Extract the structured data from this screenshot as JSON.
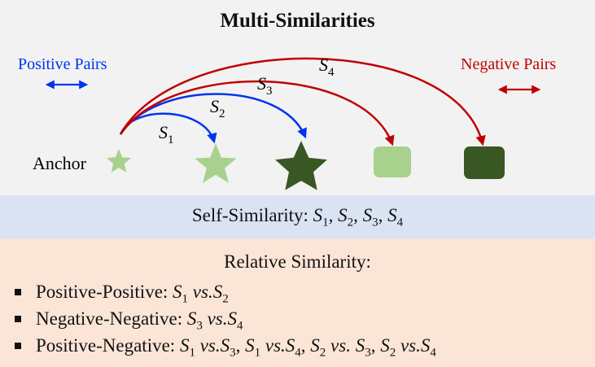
{
  "title": "Multi-Similarities",
  "legend": {
    "positive_label": "Positive Pairs",
    "negative_label": "Negative Pairs",
    "positive_color": "#0033ee",
    "negative_color": "#c00000"
  },
  "diagram": {
    "anchor_label": "Anchor",
    "arrows": [
      {
        "from": "anchor",
        "to": "positive-1",
        "label": "S",
        "sub": "1",
        "type": "positive"
      },
      {
        "from": "anchor",
        "to": "positive-2",
        "label": "S",
        "sub": "2",
        "type": "positive"
      },
      {
        "from": "anchor",
        "to": "negative-1",
        "label": "S",
        "sub": "3",
        "type": "negative"
      },
      {
        "from": "anchor",
        "to": "negative-2",
        "label": "S",
        "sub": "4",
        "type": "negative"
      }
    ],
    "colors": {
      "light_green": "#a9d18e",
      "dark_green": "#385723"
    }
  },
  "self_similarity": {
    "label": "Self-Similarity: ",
    "terms": [
      "S1",
      "S2",
      "S3",
      "S4"
    ]
  },
  "relative_similarity": {
    "title": "Relative Similarity:",
    "items": [
      {
        "label": "Positive-Positive: ",
        "pairs": [
          [
            "1",
            "2"
          ]
        ]
      },
      {
        "label": "Negative-Negative: ",
        "pairs": [
          [
            "3",
            "4"
          ]
        ]
      },
      {
        "label": "Positive-Negative: ",
        "pairs": [
          [
            "1",
            "3"
          ],
          [
            "1",
            "4"
          ],
          [
            "2",
            "3"
          ],
          [
            "2",
            "4"
          ]
        ]
      }
    ]
  }
}
